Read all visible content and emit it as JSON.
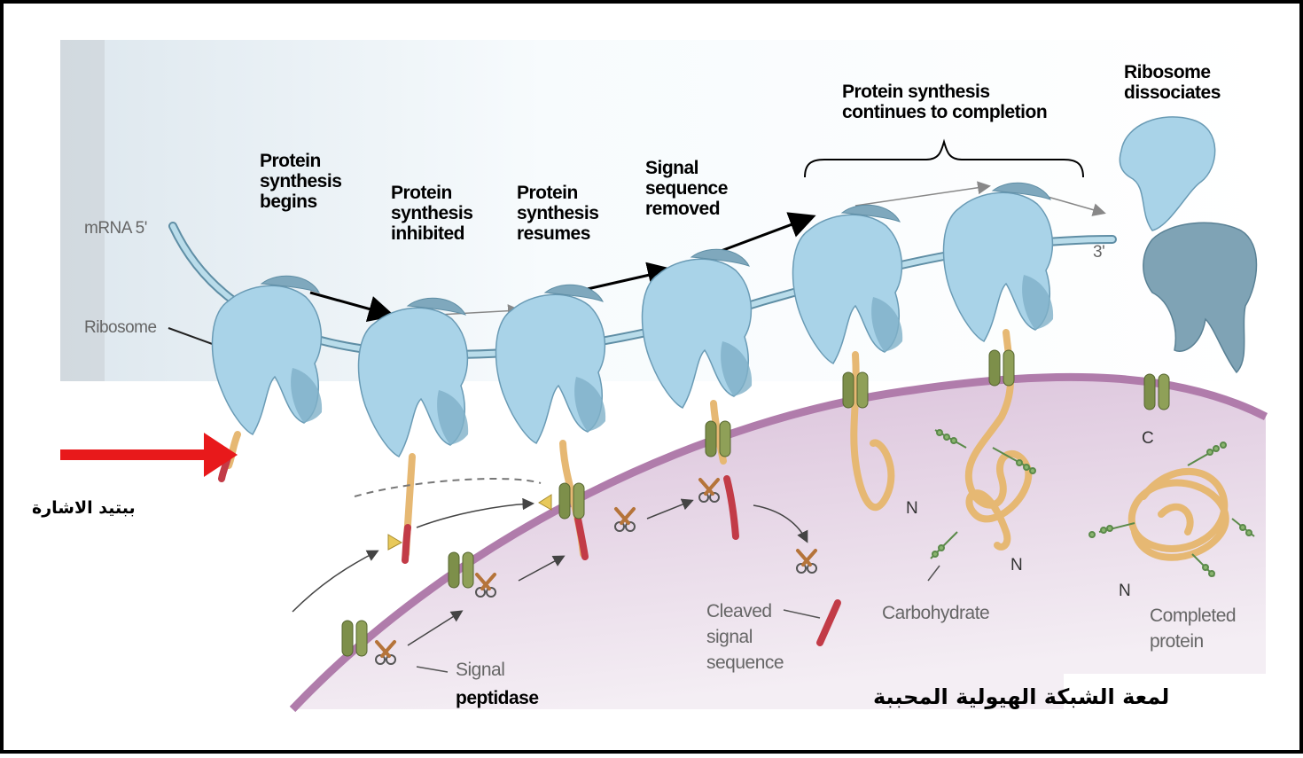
{
  "steps": {
    "begins": "Protein\nsynthesis\nbegins",
    "inhibited": "Protein\nsynthesis\ninhibited",
    "resumes": "Protein\nsynthesis\nresumes",
    "removed": "Signal\nsequence\nremoved",
    "continues": "Protein synthesis\ncontinues to completion",
    "dissociates": "Ribosome\ndissociates"
  },
  "labels": {
    "mrna5": "mRNA 5'",
    "mrna3": "3'",
    "ribosome": "Ribosome",
    "cleaved": "Cleaved\nsignal\nsequence",
    "carbohydrate": "Carbohydrate",
    "completed": "Completed\nprotein",
    "signal_peptidase_1": "Signal",
    "signal_peptidase_2": "peptidase",
    "n_terminal": "N",
    "c_terminal": "C"
  },
  "arabic": {
    "signal_peptide": "ببتيد الاشارة",
    "rer_lumen": "لمعة الشبكة الهيولية المحببة"
  },
  "colors": {
    "ribosome_light": "#a9d3e8",
    "ribosome_dark": "#7fb0c8",
    "membrane": "#b07cab",
    "lumen": "#d9c0dc",
    "translocon": "#7d8f4a",
    "peptide": "#e6b873",
    "signal": "#c23b47",
    "arrow_red": "#e8191b"
  }
}
